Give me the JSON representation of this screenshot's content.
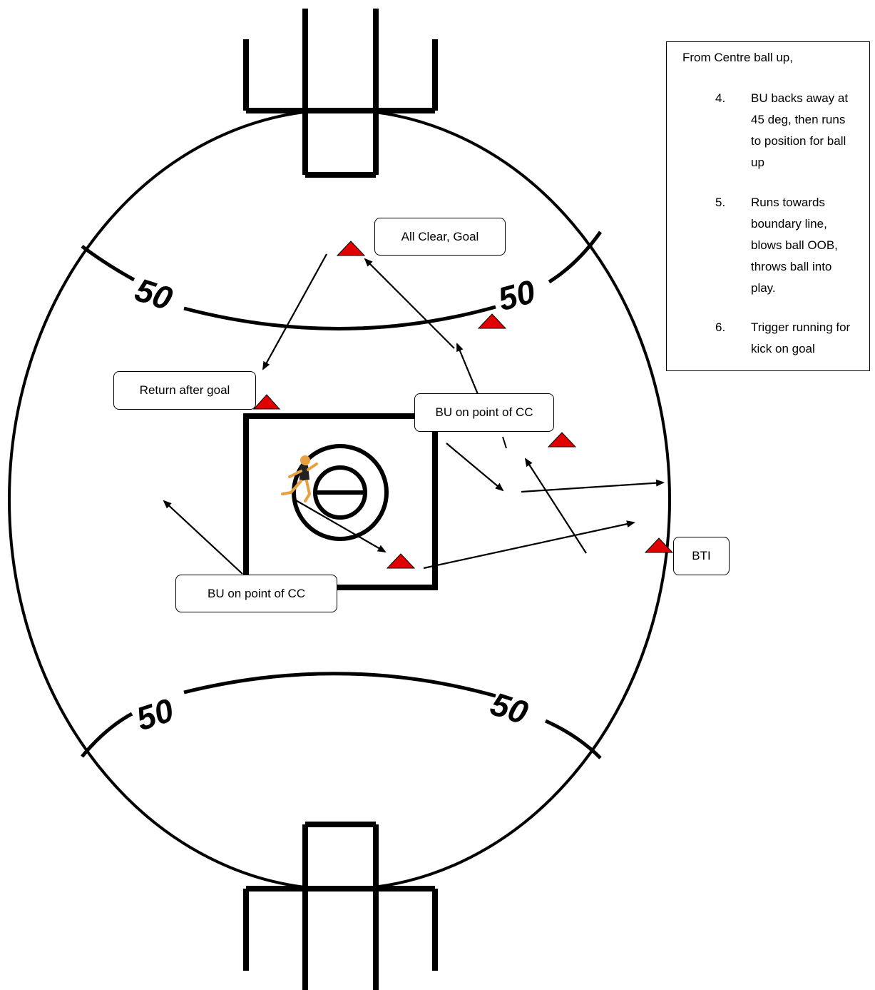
{
  "field": {
    "fifty_labels": [
      "50",
      "50",
      "50",
      "50"
    ]
  },
  "callouts": {
    "all_clear": "All Clear, Goal",
    "return_after_goal": "Return after goal",
    "bu_point_cc_right": "BU on point of CC",
    "bu_point_cc_left": "BU on point of CC",
    "bti": "BTI"
  },
  "notes": {
    "intro": "From Centre ball up,",
    "items": [
      {
        "num": "4.",
        "text": "BU backs away at 45 deg, then runs to position for ball up"
      },
      {
        "num": "5.",
        "text": "Runs towards boundary line, blows ball OOB, throws ball into play."
      },
      {
        "num": "6.",
        "text": "Trigger running for kick on goal"
      }
    ]
  },
  "colors": {
    "line": "#000000",
    "cone": "#e00000",
    "runner_skin": "#e8a040"
  }
}
